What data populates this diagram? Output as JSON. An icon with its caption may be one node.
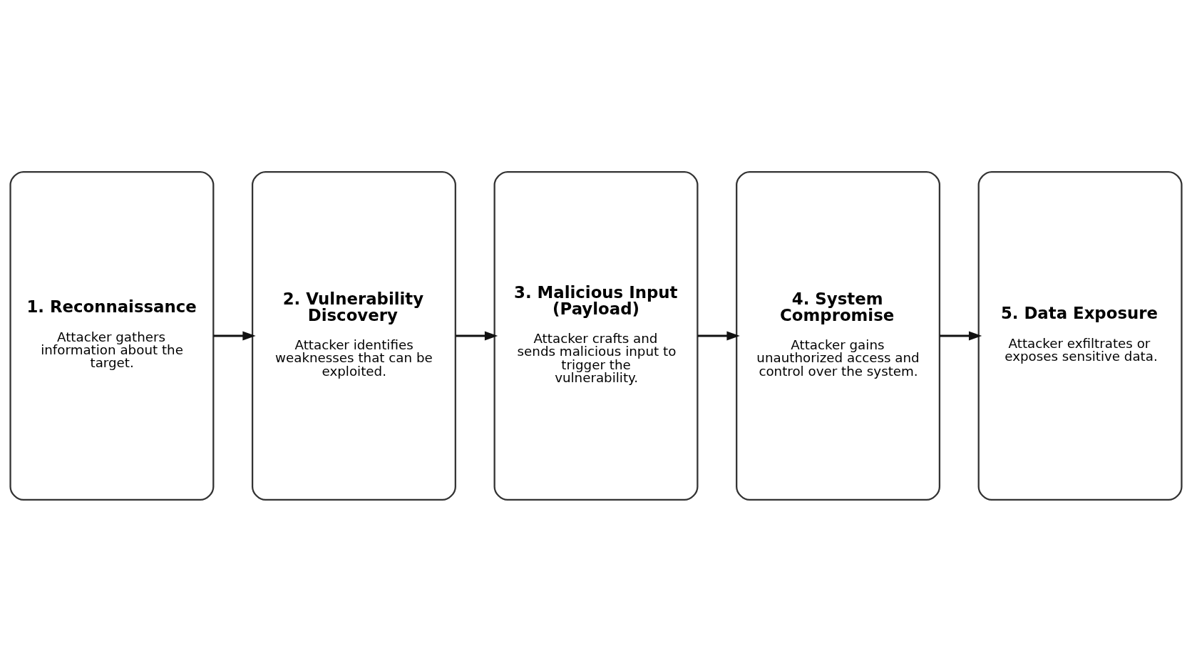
{
  "diagram": {
    "nodes": [
      {
        "text": [
          "1. Reconnaissance",
          "Attacker gathers information about the target."
        ]
      },
      {
        "text": [
          "2. Vulnerability Discovery",
          "Attacker identifies weaknesses that can be exploited."
        ]
      },
      {
        "text": [
          "3. Malicious Input (Payload)",
          "Attacker crafts and sends malicious input to trigger the vulnerability."
        ]
      },
      {
        "text": [
          "4. System Compromise",
          "Attacker gains unauthorized access and control over the system."
        ]
      },
      {
        "text": [
          "5. Data Exposure",
          "Attacker exfiltrates or exposes sensitive data."
        ]
      }
    ],
    "edges": [
      {
        "from": 0,
        "to": 1,
        "arrow": "to"
      },
      {
        "from": 1,
        "to": 2,
        "arrow": "to"
      },
      {
        "from": 2,
        "to": 3,
        "arrow": "to"
      },
      {
        "from": 3,
        "to": 4,
        "arrow": "to"
      }
    ]
  }
}
